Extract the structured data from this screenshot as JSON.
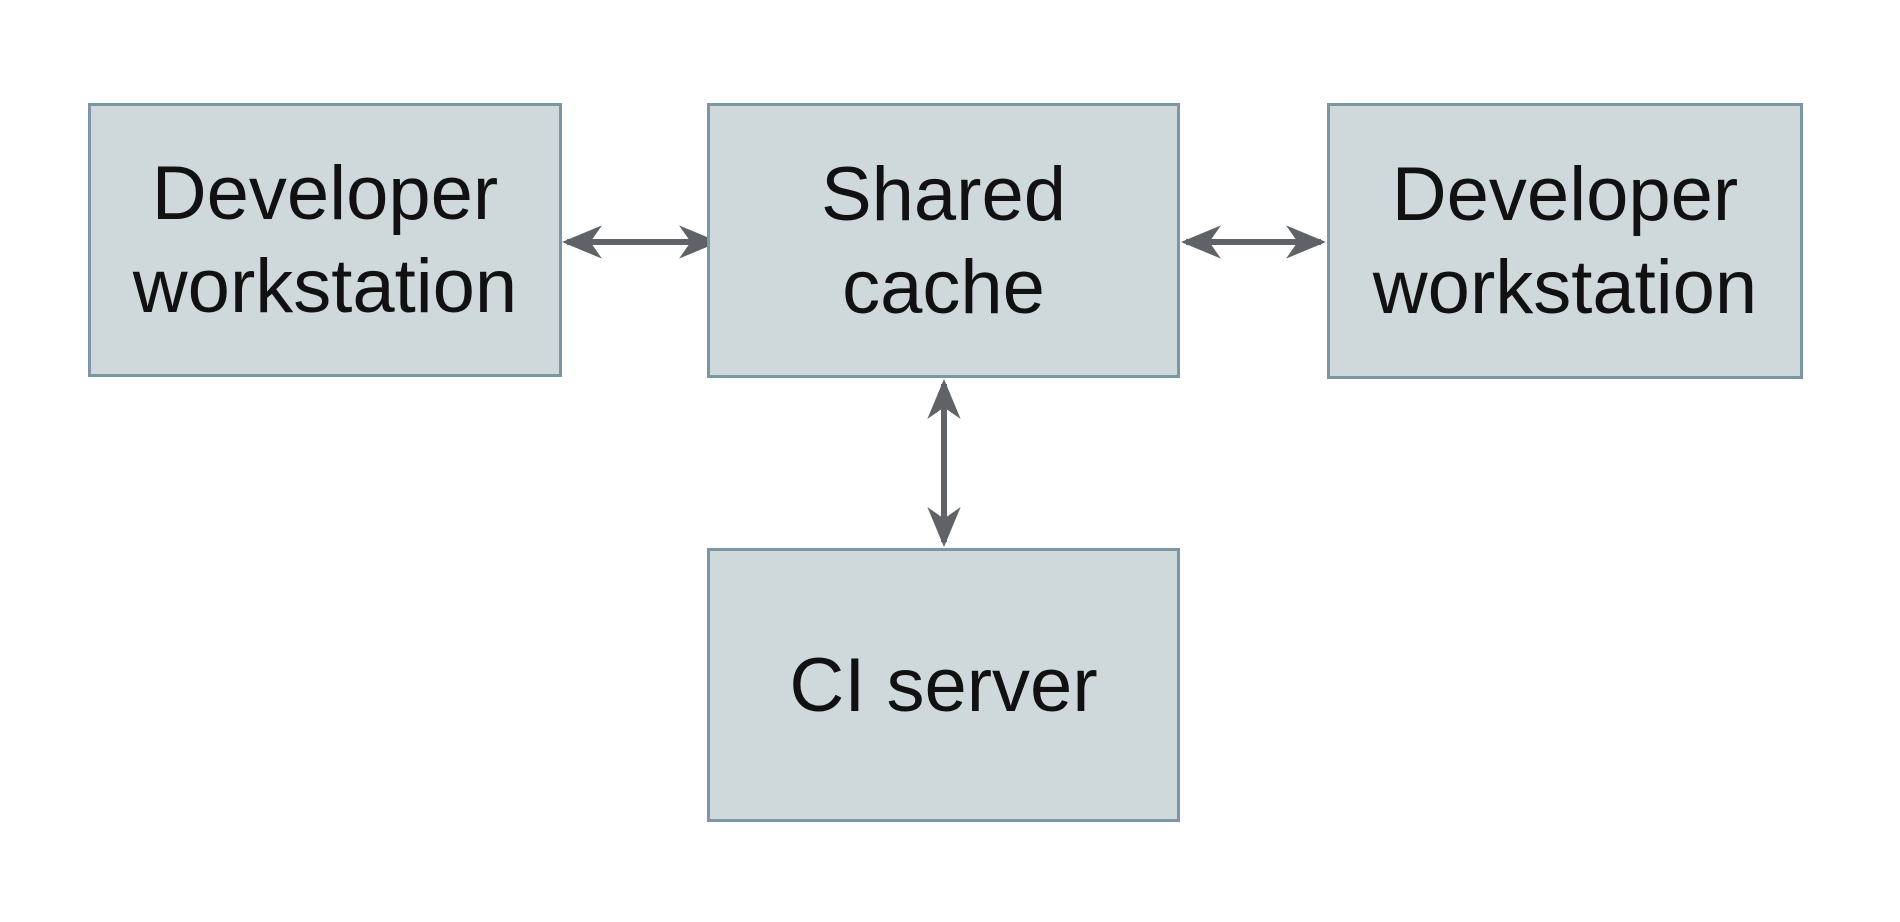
{
  "theme": {
    "canvas_bg": "#ffffff",
    "node_fill": "#cfd8db",
    "node_border": "#7c96a2",
    "arrow_color": "#5f6368",
    "text_color": "#111111"
  },
  "diagram": {
    "type": "architecture-diagram",
    "nodes": [
      {
        "id": "developer-workstation-left",
        "label": "Developer workstation",
        "lines": [
          "Developer",
          "workstation"
        ]
      },
      {
        "id": "shared-cache",
        "label": "Shared cache",
        "lines": [
          "Shared",
          "cache"
        ]
      },
      {
        "id": "developer-workstation-right",
        "label": "Developer workstation",
        "lines": [
          "Developer",
          "workstation"
        ]
      },
      {
        "id": "ci-server",
        "label": "CI server",
        "lines": [
          "CI server"
        ]
      }
    ],
    "edges": [
      {
        "id": "edge-left-workstation-shared-cache",
        "from": "developer-workstation-left",
        "to": "shared-cache",
        "bidirectional": true
      },
      {
        "id": "edge-shared-cache-right-workstation",
        "from": "shared-cache",
        "to": "developer-workstation-right",
        "bidirectional": true
      },
      {
        "id": "edge-shared-cache-ci-server",
        "from": "shared-cache",
        "to": "ci-server",
        "bidirectional": true
      }
    ]
  }
}
